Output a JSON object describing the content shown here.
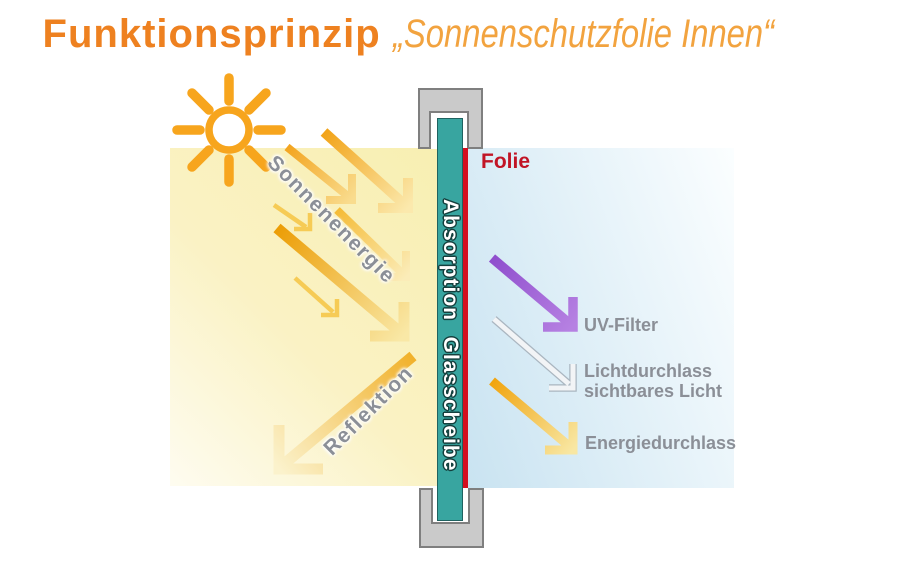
{
  "title": {
    "bold": "Funktionsprinzip",
    "italic": "„Sonnenschutzfolie Innen“"
  },
  "labels": {
    "sun_energy": "Sonnenenergie",
    "reflection": "Reflektion",
    "absorption": "Absorption",
    "glass_pane": "Glasscheibe",
    "film": "Folie",
    "uv_filter": "UV-Filter",
    "light_pass_line1": "Lichtdurchlass",
    "light_pass_line2": "sichtbares Licht",
    "energy_pass": "Energiedurchlass"
  },
  "icons": {
    "sun": "sun-icon"
  },
  "colors": {
    "title_orange_bold": "#ee8120",
    "title_orange_italic": "#f2a33f",
    "sun_orange": "#f7a51d",
    "outside_bg_yellow": "#f9f0bb",
    "inside_bg_left": "#c9e3f1",
    "inside_bg_right": "#fbfeff",
    "glass_teal": "#38a5a0",
    "glass_border": "#1f6260",
    "film_red": "#d40f1f",
    "folie_text_red": "#c11425",
    "frame_gray": "#cacaca",
    "frame_border_gray": "#7f7f7f",
    "label_gray": "#8b8f97",
    "uv_purple": "#9b59d4",
    "arrow_orange_dark": "#ec9d05",
    "arrow_yellow_pale": "#f9e8a6"
  }
}
